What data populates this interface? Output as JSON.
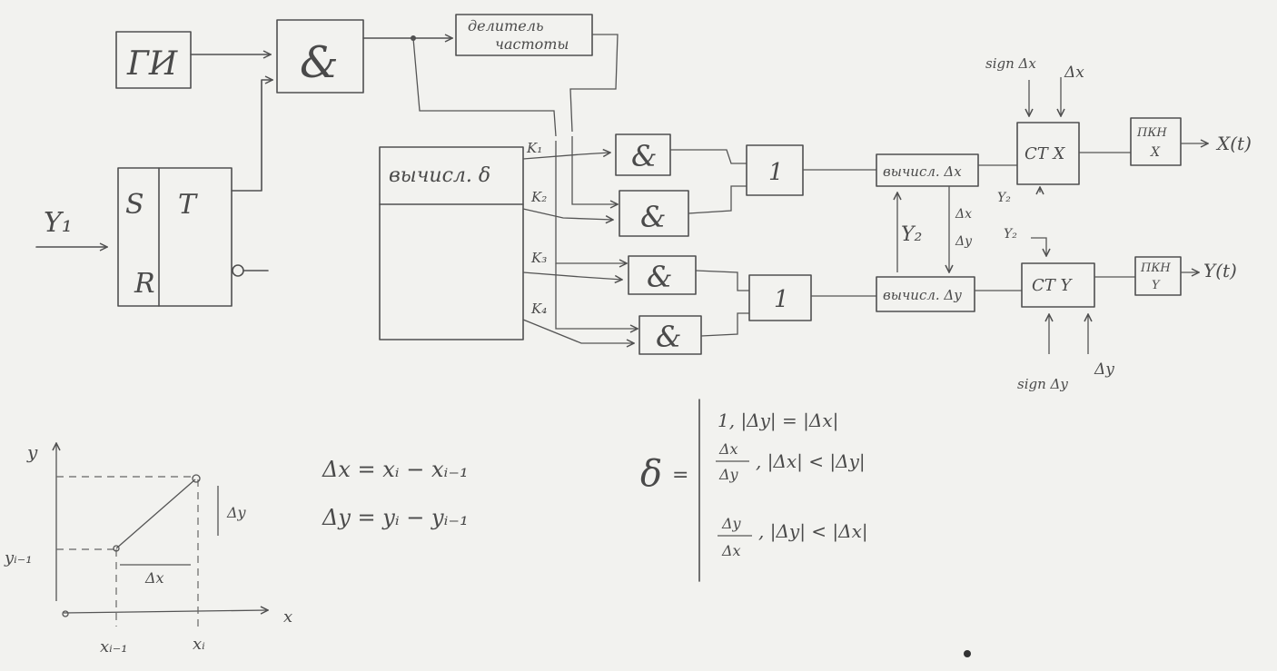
{
  "blocks": {
    "gi": "ГИ",
    "and": "&",
    "or": "1",
    "divider_line1": "делитель",
    "divider_line2": "частоты",
    "trigger_s": "S",
    "trigger_t": "T",
    "trigger_r": "R",
    "calc_delta": "вычисл. δ",
    "calc_dx": "вычисл. Δx",
    "calc_dy": "вычисл. Δy",
    "counter_x": "СТ X",
    "counter_y": "СТ Y",
    "dac_x_line1": "ПКН",
    "dac_x_line2": "X",
    "dac_y_line1": "ПКН",
    "dac_y_line2": "Y"
  },
  "signals": {
    "y1": "Y₁",
    "k1": "K₁",
    "k2": "K₂",
    "k3": "K₃",
    "k4": "K₄",
    "sign_dx": "sign Δx",
    "sign_dy": "sign Δy",
    "dx": "Δx",
    "dy": "Δy",
    "dx_short": "Δx",
    "dy_short": "Δy",
    "y2_a": "Y₂",
    "y2_b": "Y₂",
    "y2_c": "Y₂",
    "out_x": "X(t)",
    "out_y": "Y(t)"
  },
  "graph": {
    "axis_y": "y",
    "axis_x": "x",
    "yi_1": "yᵢ₋₁",
    "xi_1": "xᵢ₋₁",
    "xi": "xᵢ",
    "dx": "Δx",
    "dy": "Δy"
  },
  "formulas": {
    "dx_def": "Δx = xᵢ − xᵢ₋₁",
    "dy_def": "Δy = yᵢ − yᵢ₋₁",
    "delta_sym": "δ",
    "eq": "=",
    "case1": "1,  |Δy| = |Δx|",
    "case2_num": "Δx",
    "case2_den": "Δy",
    "case2_cond": ",  |Δx| < |Δy|",
    "case3_num": "Δy",
    "case3_den": "Δx",
    "case3_cond": ",  |Δy| < |Δx|"
  }
}
